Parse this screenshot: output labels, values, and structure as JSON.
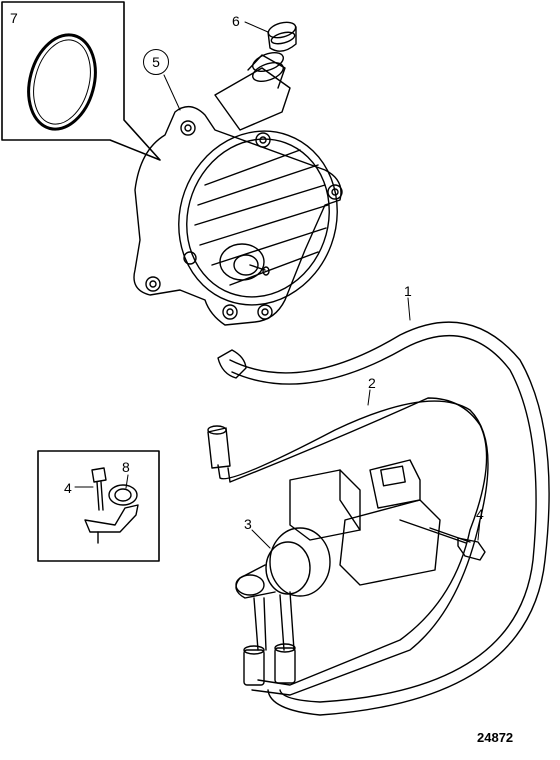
{
  "callouts": {
    "c1": "1",
    "c2": "2",
    "c3": "3",
    "c4a": "4",
    "c4b": "4",
    "c5": "5",
    "c6": "6",
    "c7": "7",
    "c8": "8"
  },
  "figure_number": "24872",
  "colors": {
    "line": "#000000",
    "background": "#ffffff"
  }
}
